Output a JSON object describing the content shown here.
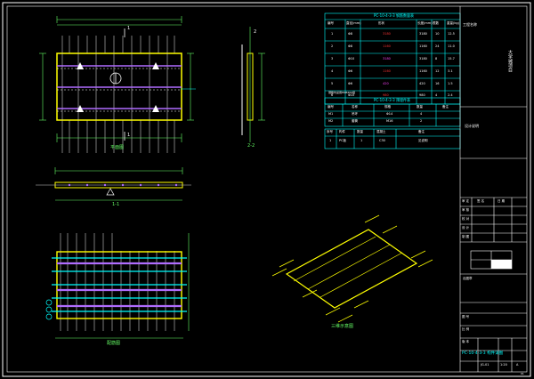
{
  "drawing": {
    "view_labels": {
      "plan": "平面图",
      "section_1": "1-1",
      "section_2": "2-2",
      "rebar_plan": "配筋图",
      "iso": "三维示意图"
    },
    "section_marks": {
      "a": "1",
      "b": "2"
    }
  },
  "rebar_table": {
    "title": "PC-10-4-3-3 钢筋数量表",
    "headers": [
      "编号",
      "直径(mm)",
      "形状",
      "长度(mm)",
      "根数",
      "重量(kg)"
    ],
    "rows": [
      [
        "1",
        "Φ8",
        "3180",
        "3180",
        "10",
        "12.5"
      ],
      [
        "2",
        "Φ8",
        "1160",
        "1160",
        "24",
        "11.0"
      ],
      [
        "3",
        "Φ10",
        "3180",
        "3180",
        "8",
        "15.7"
      ],
      [
        "4",
        "Φ6",
        "1160",
        "1160",
        "12",
        "3.1"
      ],
      [
        "5",
        "Φ6",
        "420",
        "420",
        "16",
        "1.5"
      ],
      [
        "6",
        "Φ10",
        "980",
        "980",
        "4",
        "2.4"
      ]
    ],
    "note": "钢筋均采用HRB400级"
  },
  "embed_table": {
    "title": "PC-10-4-3-3 预埋件表",
    "headers": [
      "编号",
      "名称",
      "规格",
      "数量",
      "备注"
    ],
    "rows": [
      [
        "M1",
        "吊环",
        "Φ14",
        "4",
        ""
      ],
      [
        "M2",
        "套筒",
        "M16",
        "2",
        ""
      ]
    ]
  },
  "notes_table": {
    "headers": [
      "序号",
      "构件",
      "数量",
      "混凝土",
      "备注"
    ],
    "row": [
      "1",
      "PC板",
      "1",
      "C30",
      "见说明"
    ]
  },
  "title_block": {
    "project_label": "工程名称",
    "project_value": "大学城项目",
    "drawing_notes": "设计说明",
    "rows_left": [
      "审 定",
      "审 核",
      "校 对",
      "设 计",
      "制 图"
    ],
    "col_a": "签 名",
    "col_b": "日 期",
    "stamp": "出图章",
    "drawing_no_label": "图 号",
    "scale_label": "比 例",
    "sheet_label": "版 本",
    "drawing_title": "PC-10-4-3-3 构件详图",
    "drawing_no": "JG-01",
    "scale": "1:20",
    "rev": "A",
    "page": "01"
  },
  "colors": {
    "background": "#000000",
    "frame": "#ffffff",
    "rebar": "#ffff00",
    "dimension": "#00ff00",
    "table_line": "#00ffff",
    "accent": "#ff44ff"
  }
}
